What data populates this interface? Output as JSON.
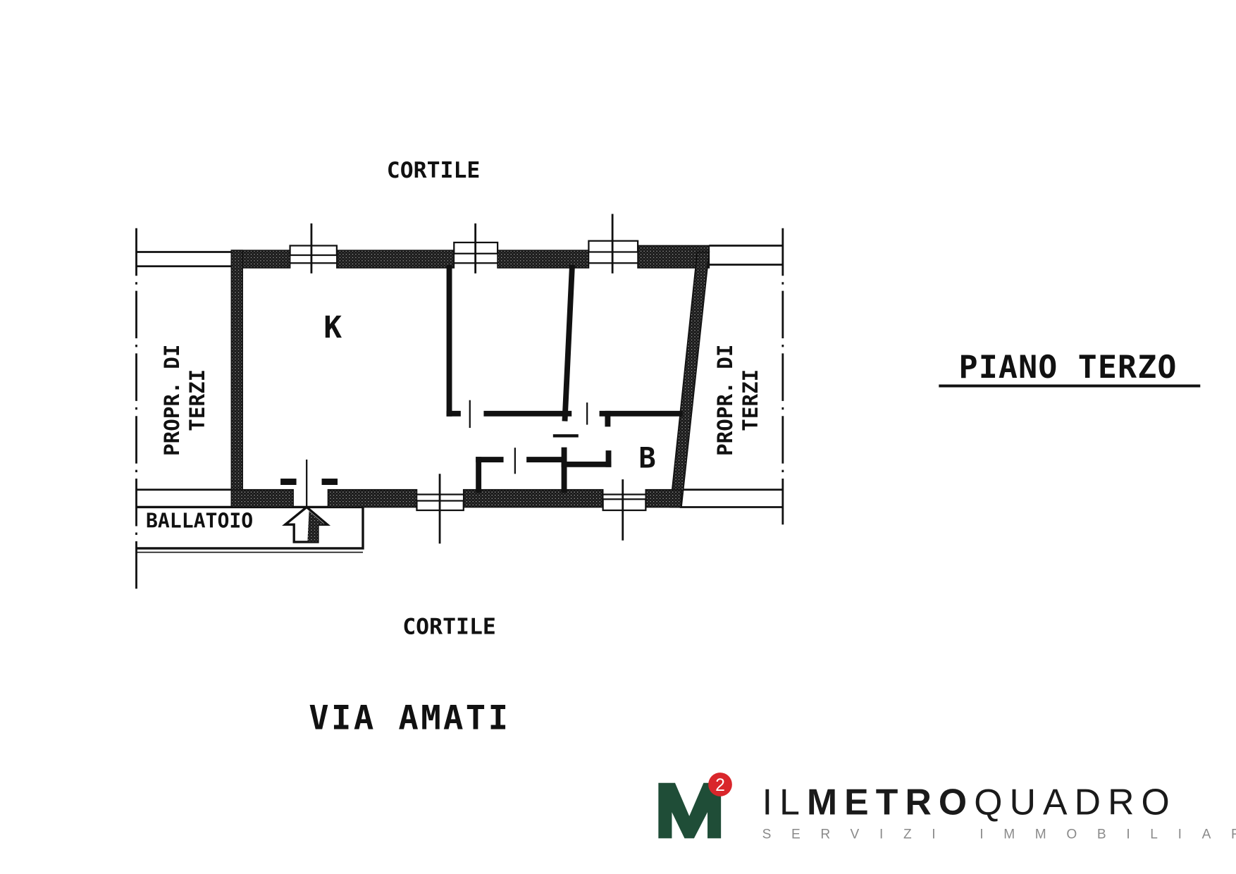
{
  "plan": {
    "courtyard_top": "CORTILE",
    "courtyard_bottom": "CORTILE",
    "street": "VIA AMATI",
    "floor_title": "PIANO TERZO",
    "room_kitchen": "K",
    "room_bath": "B",
    "neighbor_left_line1": "PROPR. DI",
    "neighbor_left_line2": "TERZI",
    "neighbor_right_line1": "PROPR. DI",
    "neighbor_right_line2": "TERZI",
    "balcony": "BALLATOIO"
  },
  "logo": {
    "mark_letter": "M",
    "mark_superscript": "2",
    "name_light_1": "IL",
    "name_bold": "METRO",
    "name_light_2": "QUADRO",
    "tagline": "SERVIZI IMMOBILIARI",
    "colors": {
      "green": "#1f4d37",
      "red": "#d9262b",
      "text": "#1a1a1a",
      "tagline": "#8a8a8a"
    }
  }
}
